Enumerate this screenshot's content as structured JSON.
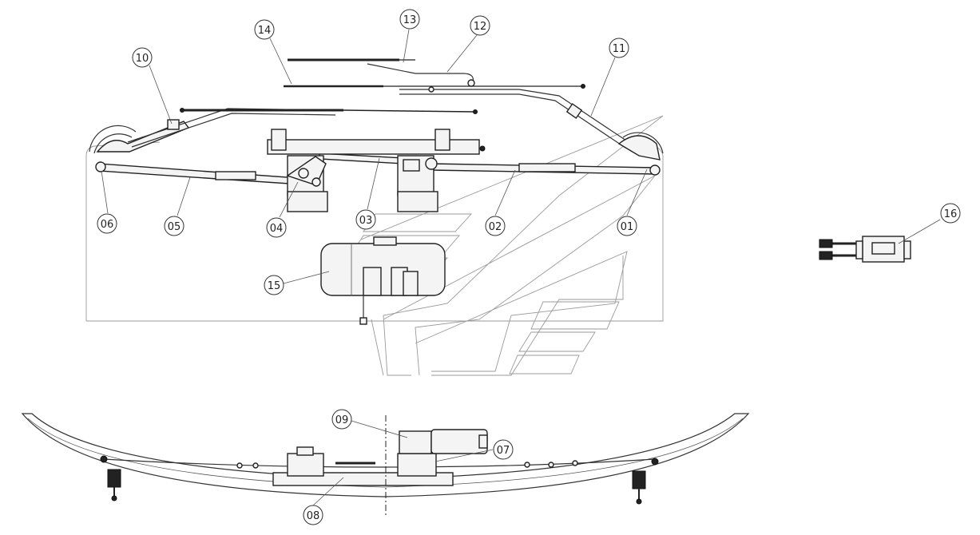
{
  "callouts": [
    {
      "id": "01",
      "text": "01"
    },
    {
      "id": "02",
      "text": "02"
    },
    {
      "id": "03",
      "text": "03"
    },
    {
      "id": "04",
      "text": "04"
    },
    {
      "id": "05",
      "text": "05"
    },
    {
      "id": "06",
      "text": "06"
    },
    {
      "id": "07",
      "text": "07"
    },
    {
      "id": "08",
      "text": "08"
    },
    {
      "id": "09",
      "text": "09"
    },
    {
      "id": "10",
      "text": "10"
    },
    {
      "id": "11",
      "text": "11"
    },
    {
      "id": "12",
      "text": "12"
    },
    {
      "id": "13",
      "text": "13"
    },
    {
      "id": "14",
      "text": "14"
    },
    {
      "id": "15",
      "text": "15"
    },
    {
      "id": "16",
      "text": "16"
    }
  ]
}
